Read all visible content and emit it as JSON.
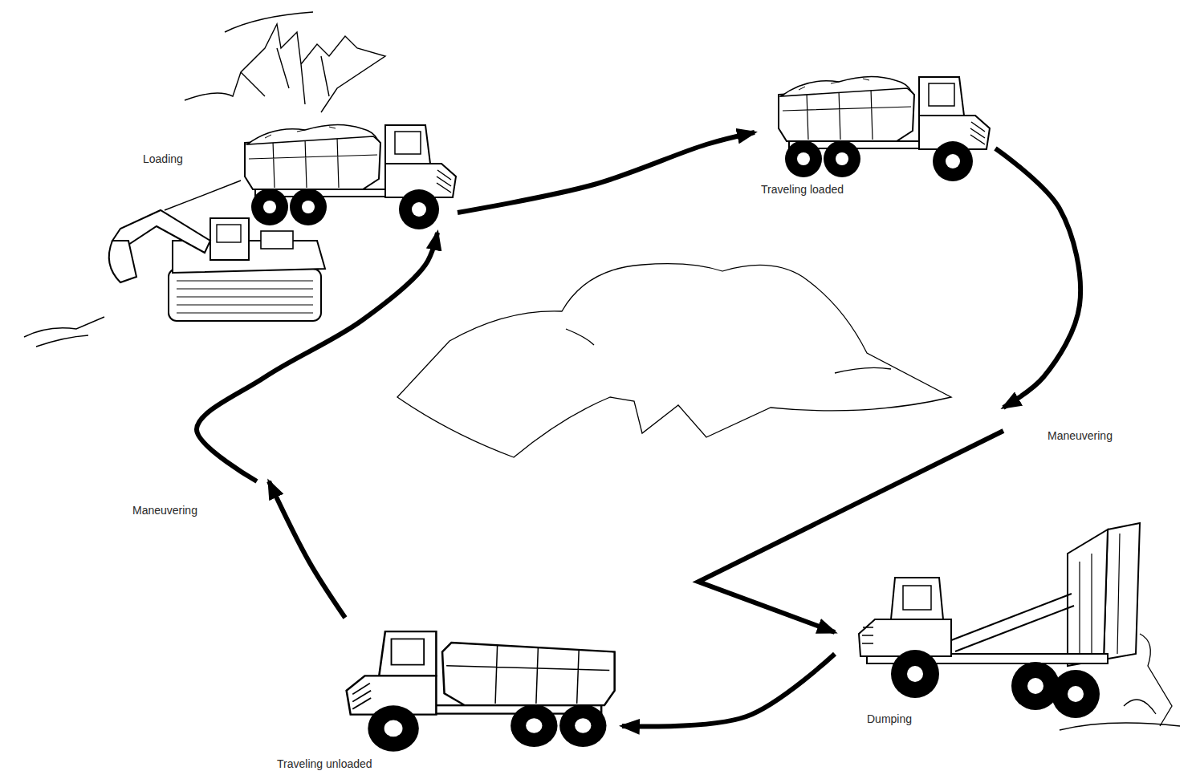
{
  "diagram": {
    "nodes": [
      {
        "text": [
          "Loading"
        ]
      },
      {
        "text": [
          "Traveling loaded"
        ]
      },
      {
        "text": [
          "Maneuvering"
        ]
      },
      {
        "text": [
          "Dumping"
        ]
      },
      {
        "text": [
          "Traveling unloaded"
        ]
      },
      {
        "text": [
          "Maneuvering"
        ]
      }
    ],
    "edges": [
      {
        "from": 0,
        "to": 1,
        "arrow": "to"
      },
      {
        "from": 1,
        "to": 2,
        "arrow": "to"
      },
      {
        "from": 2,
        "to": 3,
        "arrow": "to"
      },
      {
        "from": 3,
        "to": 4,
        "arrow": "to"
      },
      {
        "from": 4,
        "to": 5,
        "arrow": "to"
      },
      {
        "from": 5,
        "to": 0,
        "arrow": "to"
      }
    ]
  }
}
